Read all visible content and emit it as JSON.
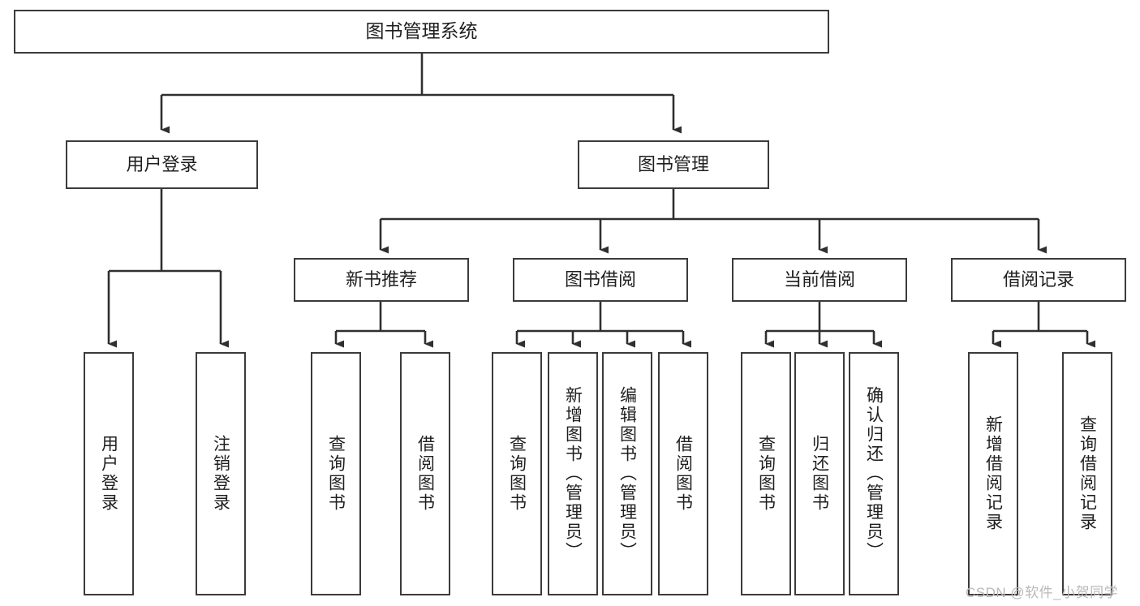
{
  "diagram": {
    "title": "图书管理系统",
    "type": "功能结构图",
    "colors": {
      "box_border": "#3b3b3b",
      "box_fill": "#ffffff",
      "connector": "#2f2f2f",
      "text": "#1f1f1f",
      "watermark": "#b9b9b9",
      "background": "#ffffff"
    },
    "root": {
      "label": "图书管理系统"
    },
    "level1": [
      {
        "label": "用户登录"
      },
      {
        "label": "图书管理"
      }
    ],
    "level2": [
      {
        "label": "新书推荐"
      },
      {
        "label": "图书借阅"
      },
      {
        "label": "当前借阅"
      },
      {
        "label": "借阅记录"
      }
    ],
    "leaves": {
      "user_login": [
        {
          "label": "用户登录"
        },
        {
          "label": "注销登录"
        }
      ],
      "new_book_recommend": [
        {
          "label": "查询图书"
        },
        {
          "label": "借阅图书"
        }
      ],
      "book_borrow": [
        {
          "label": "查询图书"
        },
        {
          "label": "新增图书（管理员）"
        },
        {
          "label": "编辑图书（管理员）"
        },
        {
          "label": "借阅图书"
        }
      ],
      "current_borrow": [
        {
          "label": "查询图书"
        },
        {
          "label": "归还图书"
        },
        {
          "label": "确认归还（管理员）"
        }
      ],
      "borrow_record": [
        {
          "label": "新增借阅记录"
        },
        {
          "label": "查询借阅记录"
        }
      ]
    }
  },
  "watermark": {
    "text": "CSDN @软件_小贺同学"
  }
}
